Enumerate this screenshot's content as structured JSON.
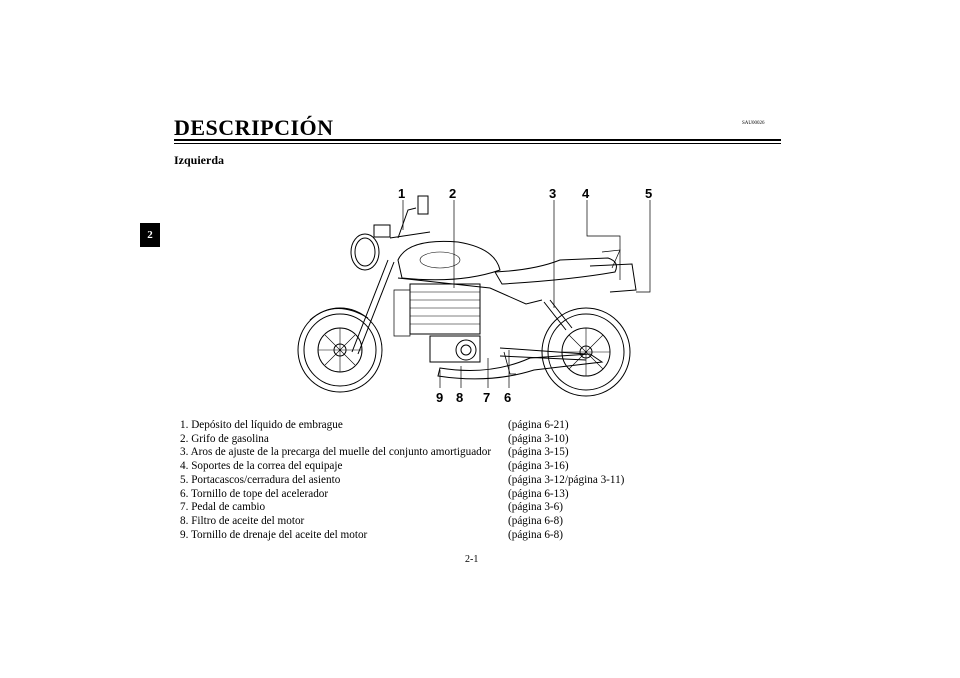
{
  "section_tab": "2",
  "title": "DESCRIPCIÓN",
  "doc_code": "SAU00026",
  "subtitle": "Izquierda",
  "callouts": [
    "1",
    "2",
    "3",
    "4",
    "5",
    "9",
    "8",
    "7",
    "6"
  ],
  "legend": [
    {
      "desc": "1. Depósito del líquido de embrague",
      "page": "(página 6-21)"
    },
    {
      "desc": "2. Grifo de gasolina",
      "page": "(página 3-10)"
    },
    {
      "desc": "3. Aros de ajuste de la precarga del muelle del conjunto amortiguador",
      "page": "(página 3-15)"
    },
    {
      "desc": "4. Soportes de la correa del equipaje",
      "page": "(página 3-16)"
    },
    {
      "desc": "5. Portacascos/cerradura del asiento",
      "page": "(página 3-12/página 3-11)"
    },
    {
      "desc": "6. Tornillo de tope del acelerador",
      "page": "(página 6-13)"
    },
    {
      "desc": "7. Pedal de cambio",
      "page": "(página 3-6)"
    },
    {
      "desc": "8. Filtro de aceite del motor",
      "page": "(página 6-8)"
    },
    {
      "desc": "9. Tornillo de drenaje del aceite del motor",
      "page": "(página 6-8)"
    }
  ],
  "page_number": "2-1"
}
